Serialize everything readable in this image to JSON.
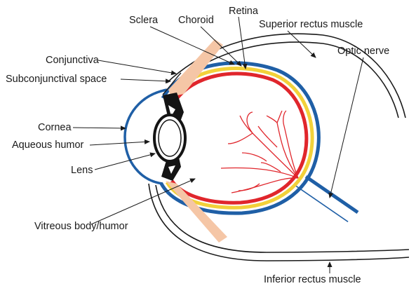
{
  "diagram": {
    "labels": {
      "sclera": "Sclera",
      "choroid": "Choroid",
      "retina": "Retina",
      "superior_rectus": "Superior rectus muscle",
      "optic_nerve": "Optic nerve",
      "conjunctiva": "Conjunctiva",
      "subconjunctival_space": "Subconjunctival space",
      "cornea": "Cornea",
      "aqueous_humor": "Aqueous humor",
      "lens": "Lens",
      "vitreous_body": "Vitreous body/humor",
      "inferior_rectus": "Inferior rectus muscle"
    },
    "colors": {
      "sclera_blue": "#1f5fa6",
      "choroid_yellow": "#f2d13a",
      "retina_red": "#e0262c",
      "muscle_peach": "#f5c6a6",
      "vessel_red": "#e0262c",
      "outline": "#1a1a1a"
    }
  }
}
